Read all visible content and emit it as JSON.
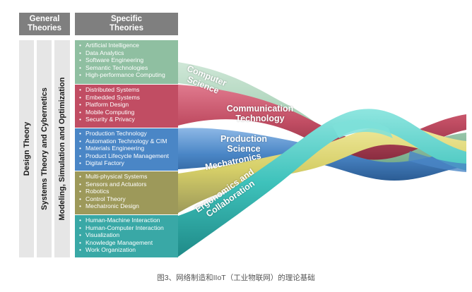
{
  "headers": {
    "general": "General Theories",
    "specific": "Specific Theories"
  },
  "vertical_labels": {
    "design": "Design Theory",
    "systems": "Systems Theory and Cybernetics",
    "modeling": "Modeling, Simulation and Optimization"
  },
  "bands": [
    {
      "color": "#8fbfa1",
      "items": [
        "Artificial Intelligence",
        "Data Analytics",
        "Software Engineering",
        "Semantic Technologies",
        "High-performance Computing"
      ]
    },
    {
      "color": "#c14d63",
      "items": [
        "Distributed Systems",
        "Embedded Systems",
        "Platform Design",
        "Mobile Computing",
        "Security & Privacy"
      ]
    },
    {
      "color": "#4a86c6",
      "items": [
        "Production Technology",
        "Automation Technology & CIM",
        "Materials Engineering",
        "Product Lifecycle Management",
        "Digital Factory"
      ]
    },
    {
      "color": "#9d995a",
      "items": [
        "Multi-physical Systems",
        "Sensors and Actuators",
        "Robotics",
        "Control Theory",
        "Mechatronic Design"
      ]
    },
    {
      "color": "#39a8a6",
      "items": [
        "Human-Machine Interaction",
        "Human-Computer Interaction",
        "Visualization",
        "Knowledge Management",
        "Work Organization"
      ]
    }
  ],
  "ropes": {
    "computer_science": "Computer Science",
    "communication": "Communication Technology",
    "production": "Production Science",
    "mechatronics": "Mechatronics",
    "ergonomics": "Ergonomics and Collaboration"
  },
  "caption": "图3、网络制造和IIoT（工业物联网）的理论基础"
}
